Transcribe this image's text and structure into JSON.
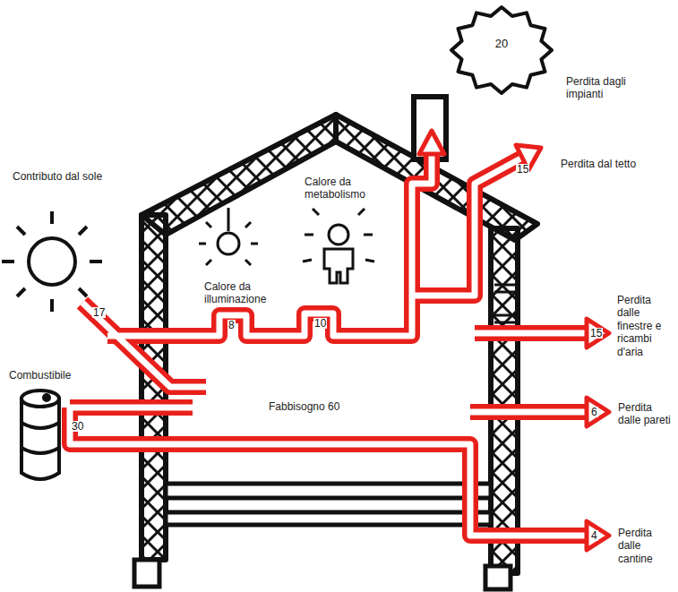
{
  "diagram": {
    "nodes": [
      {
        "text": [
          "20"
        ]
      }
    ],
    "labels": [
      "Contributo dal sole",
      "Calore da metabolismo",
      "Calore da illuminazione",
      "Combustibile",
      "Fabbisogno 60",
      "Perdita dagli impianti",
      "Perdita dal tetto",
      "Perdita dalle finestre e ricambi d'aria",
      "Perdita dalle pareti",
      "Perdita dalle cantine",
      "17",
      "30",
      "8",
      "10",
      "15",
      "15",
      "6",
      "4"
    ]
  }
}
